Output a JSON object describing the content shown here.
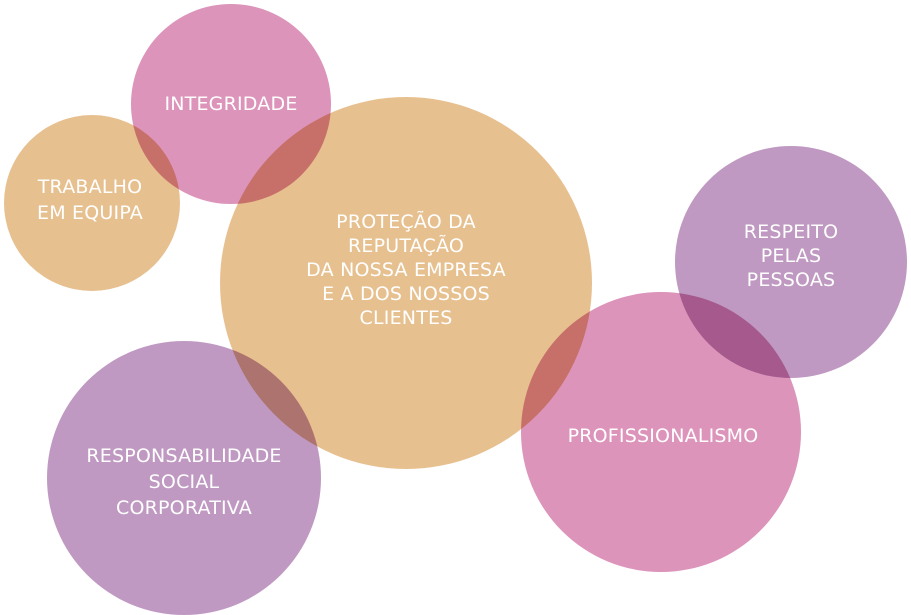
{
  "colors": {
    "peach": "#e7c090",
    "pink": "#dc94ba",
    "purple": "#bf99c2"
  },
  "bubbles": [
    {
      "id": "trabalho",
      "color": "peach",
      "lines": [
        "TRABALHO",
        "EM EQUIPA"
      ]
    },
    {
      "id": "integridade",
      "color": "pink",
      "lines": [
        "INTEGRIDADE"
      ]
    },
    {
      "id": "protecao",
      "color": "peach",
      "lines": [
        "PROTEÇÃO DA",
        "REPUTAÇÃO",
        "DA NOSSA EMPRESA",
        "E A DOS NOSSOS",
        "CLIENTES"
      ]
    },
    {
      "id": "responsabilidade",
      "color": "purple",
      "lines": [
        "RESPONSABILIDADE",
        "SOCIAL",
        "CORPORATIVA"
      ]
    },
    {
      "id": "respeito",
      "color": "purple",
      "lines": [
        "RESPEITO",
        "PELAS",
        "PESSOAS"
      ]
    },
    {
      "id": "profissionalismo",
      "color": "pink",
      "lines": [
        "PROFISSIONALISMO"
      ]
    }
  ]
}
